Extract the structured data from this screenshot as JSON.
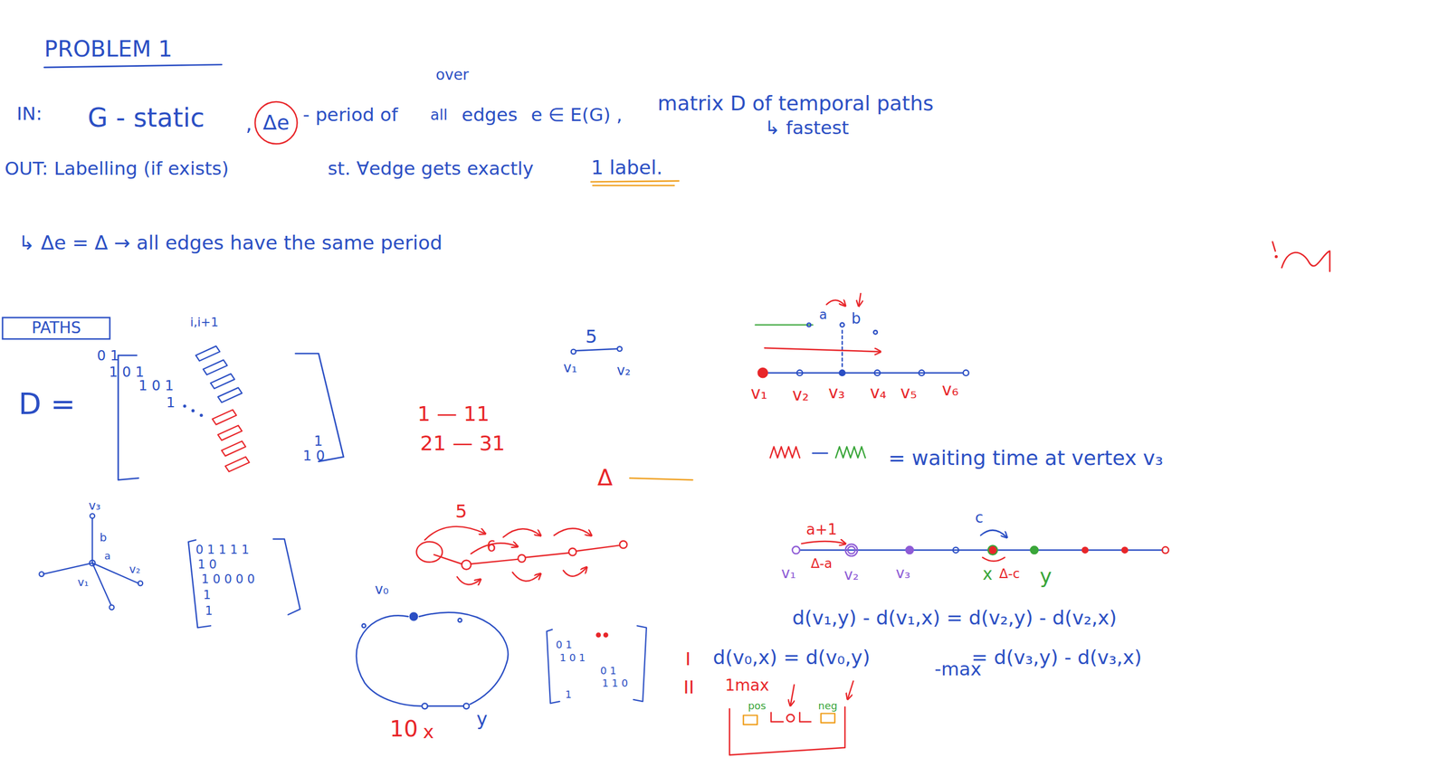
{
  "diagram": {
    "title": "PROBLEM 1",
    "nodes": [
      {
        "text": [
          "Δe"
        ]
      },
      {
        "text": [
          "PATHS"
        ]
      }
    ],
    "labels": [
      "over",
      "IN:",
      "G - static",
      ",",
      "- period of",
      "all",
      "edges",
      "e ∈ E(G) ,",
      "matrix D of temporal paths",
      "↳ fastest",
      "OUT: Labelling (if exists)",
      "st. ∀edge gets exactly",
      "1 label.",
      "↳ Δe = Δ → all edges have the same period",
      "D =",
      "i,i+1",
      "0 1",
      "1 0 1",
      "1 0 1",
      "1",
      "1",
      "1 0",
      "5",
      "v₁",
      "v₂",
      "1 — 11",
      "21 — 31",
      "Δ",
      "a",
      "b",
      "v₁",
      "v₂",
      "v₃",
      "v₄",
      "v₅",
      "v₆",
      "= waiting time at vertex v₃",
      "v₃",
      "b",
      "a",
      "v₂",
      "v₁",
      "0 1 1 1 1",
      "1 0",
      "1 0 0 0 0",
      "1",
      "1",
      "5",
      "6",
      "v₀",
      "10",
      "x",
      "y",
      "0 1",
      "1 0 1",
      "0 1",
      "1 1 0",
      "1",
      "a+1",
      "Δ-a",
      "v₁",
      "v₂",
      "v₃",
      "c",
      "x",
      "Δ-c",
      "y",
      "d(v₁,y) - d(v₁,x) = d(v₂,y) - d(v₂,x)",
      "I",
      "d(v₀,x) = d(v₀,y)",
      "-max",
      "= d(v₃,y) - d(v₃,x)",
      "II",
      "1max",
      "pos",
      "neg"
    ]
  }
}
